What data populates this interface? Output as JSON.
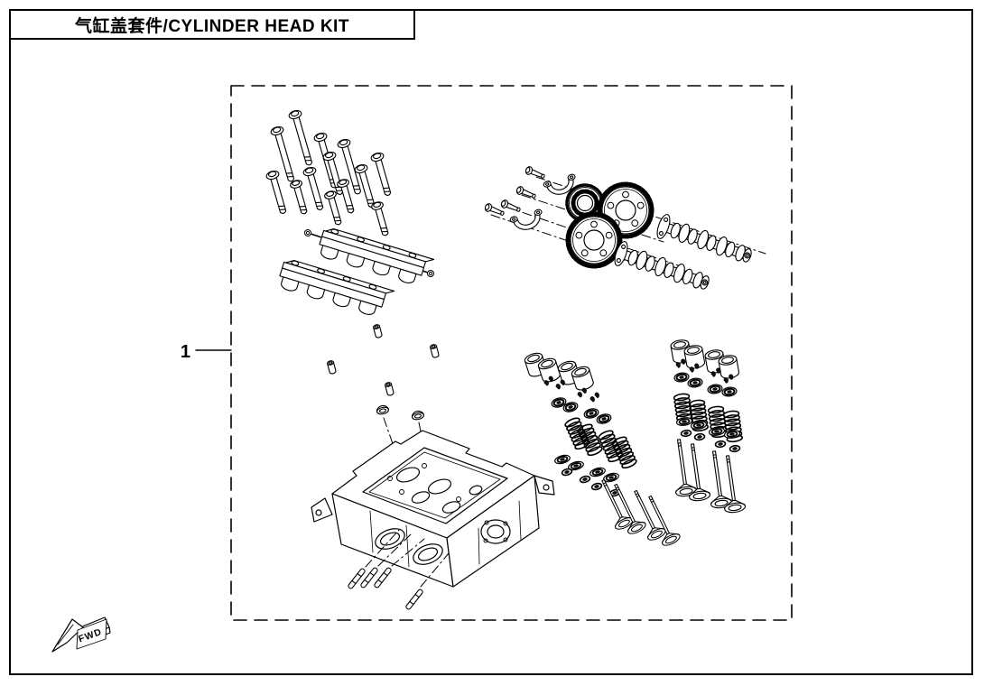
{
  "page": {
    "title": "气缸盖套件/CYLINDER HEAD KIT",
    "background_color": "#ffffff",
    "line_color": "#000000"
  },
  "callout": {
    "number": "1"
  },
  "direction_indicator": {
    "label": "FWD"
  }
}
